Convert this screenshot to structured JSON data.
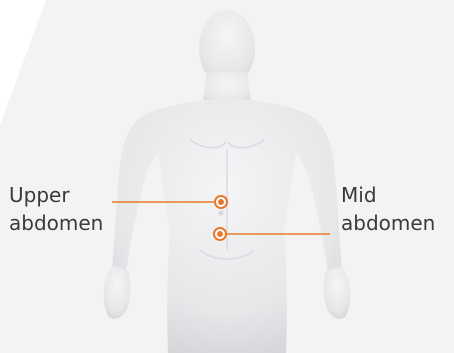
{
  "diagram": {
    "labels": {
      "upper": {
        "line1": "Upper",
        "line2": "abdomen"
      },
      "mid": {
        "line1": "Mid",
        "line2": "abdomen"
      }
    },
    "marker_color": "#e8782c",
    "background_panel_color": "#f2f2f2",
    "figure_color": "#e9eaec"
  }
}
